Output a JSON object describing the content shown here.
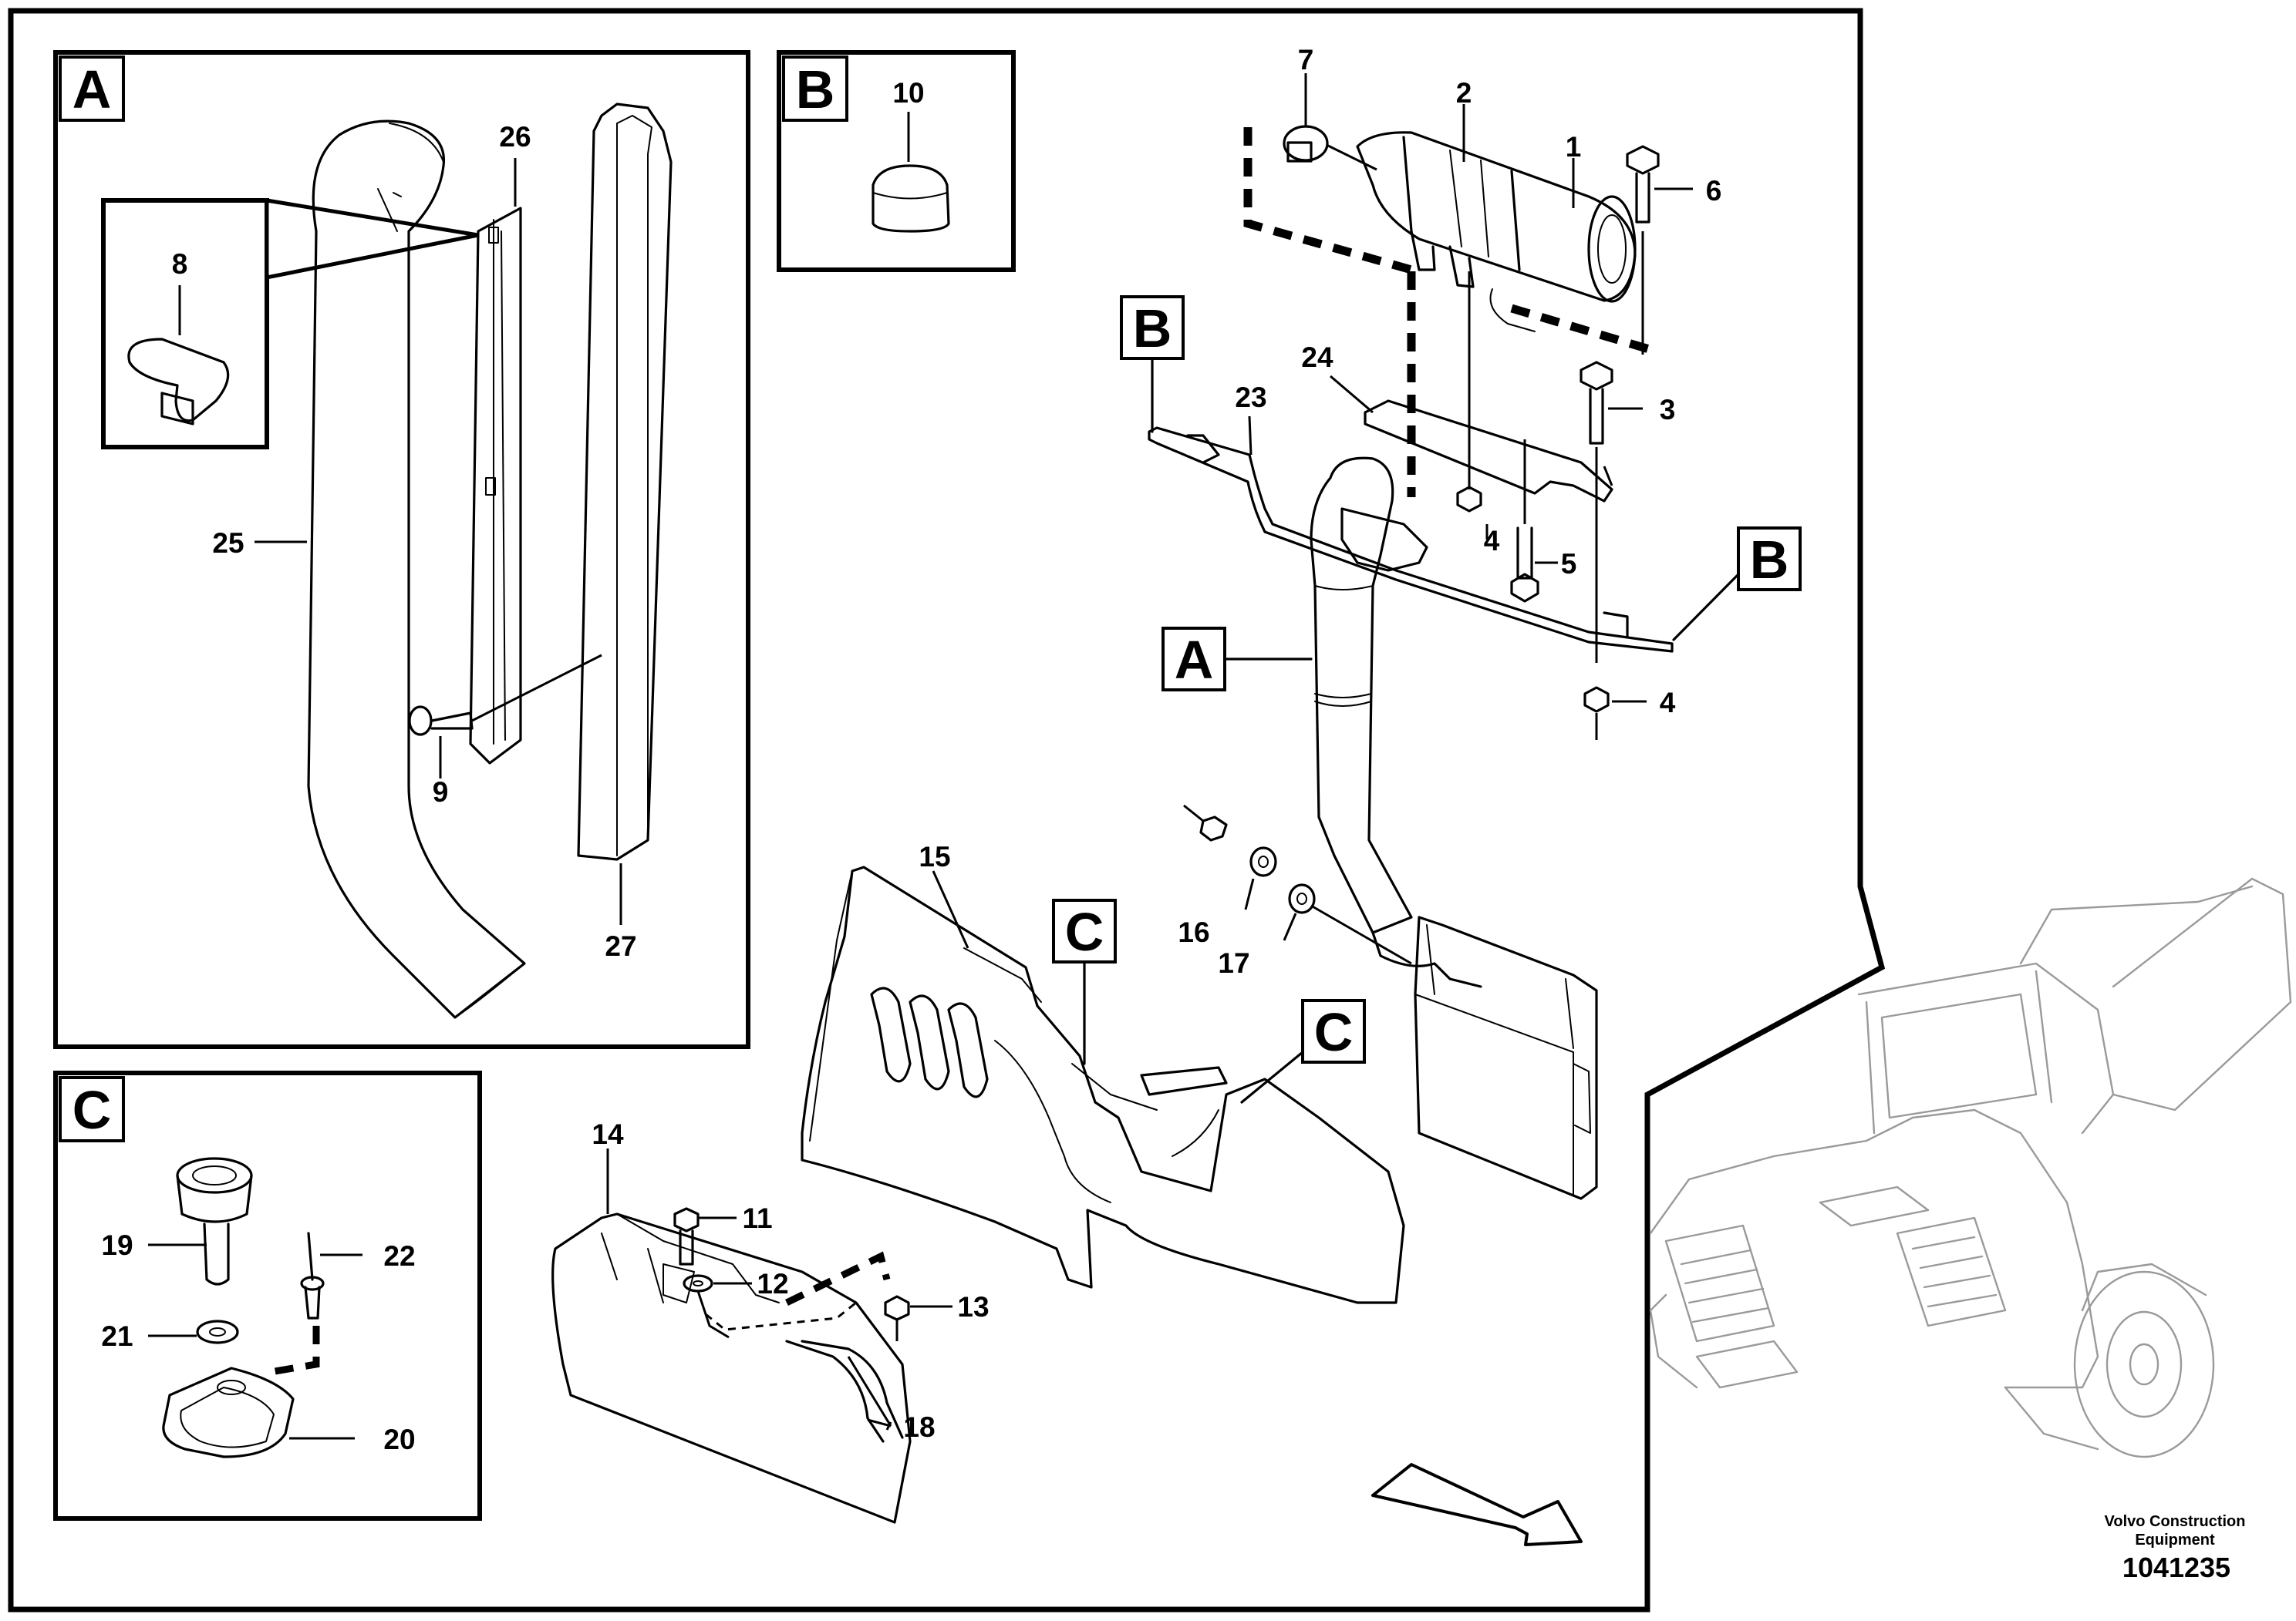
{
  "detail_boxes": [
    {
      "id": "A",
      "letter": "A"
    },
    {
      "id": "B",
      "letter": "B"
    },
    {
      "id": "C",
      "letter": "C"
    }
  ],
  "callouts": [
    {
      "id": "b-left",
      "letter": "B"
    },
    {
      "id": "b-right",
      "letter": "B"
    },
    {
      "id": "a-pipe",
      "letter": "A"
    },
    {
      "id": "c-left",
      "letter": "C"
    },
    {
      "id": "c-right",
      "letter": "C"
    }
  ],
  "parts": [
    "1",
    "2",
    "3",
    "4",
    "4",
    "5",
    "6",
    "7",
    "8",
    "9",
    "10",
    "11",
    "12",
    "13",
    "14",
    "15",
    "16",
    "17",
    "18",
    "19",
    "20",
    "21",
    "22",
    "23",
    "24",
    "25",
    "26",
    "27"
  ],
  "brand": {
    "line1": "Volvo Construction",
    "line2": "Equipment"
  },
  "reference_number": "1041235",
  "colors": {
    "line": "#000000",
    "background": "#ffffff",
    "machine_sketch": "#9a9a9a"
  },
  "icons": [
    "direction-arrow-icon"
  ]
}
